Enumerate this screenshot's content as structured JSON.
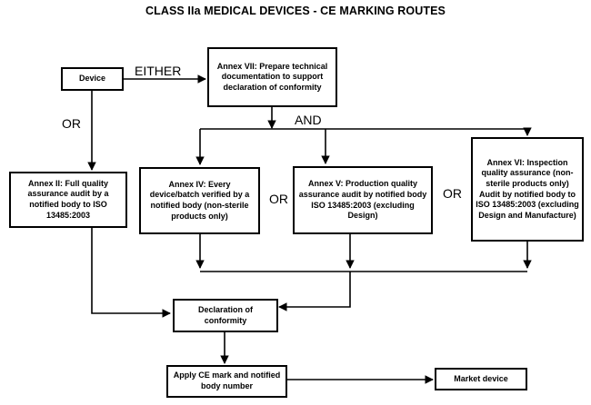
{
  "diagram": {
    "title": "CLASS IIa MEDICAL DEVICES - CE MARKING ROUTES",
    "nodes": {
      "device": "Device",
      "annex_vii": "Annex VII: Prepare technical documentation to support declaration of conformity",
      "annex_ii": "Annex II: Full quality assurance audit by a notified body to ISO 13485:2003",
      "annex_iv": "Annex IV: Every device/batch verified by a notified body (non-sterile products only)",
      "annex_v": "Annex V: Production quality assurance audit by notified body ISO 13485:2003 (excluding Design)",
      "annex_vi": "Annex VI: Inspection quality assurance (non-sterile products only) Audit by notified body to ISO 13485:2003 (excluding Design and Manufacture)",
      "declaration": "Declaration of conformity",
      "apply_ce": "Apply CE mark and notified body number",
      "market": "Market device"
    },
    "connector_labels": {
      "either": "EITHER",
      "or_left": "OR",
      "and": "AND",
      "or_mid": "OR",
      "or_right": "OR"
    },
    "colors": {
      "stroke": "#000000",
      "background": "#ffffff",
      "text": "#000000"
    }
  }
}
